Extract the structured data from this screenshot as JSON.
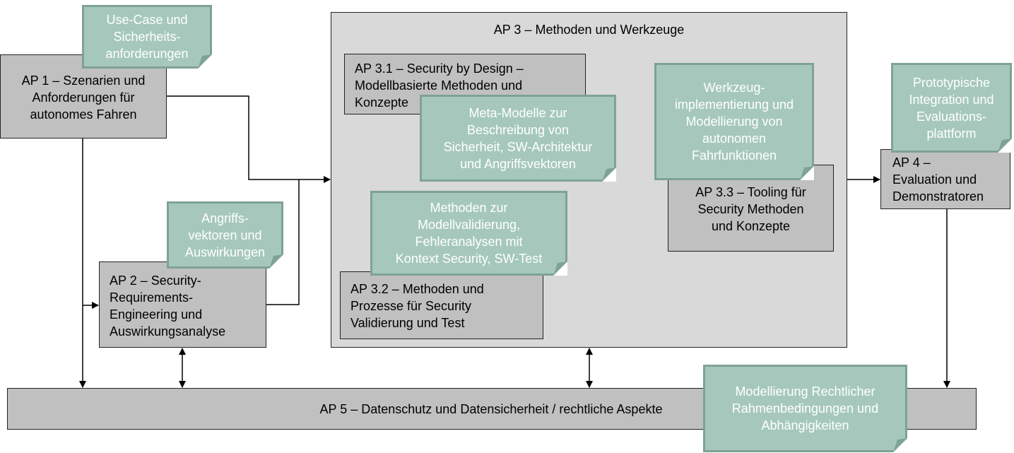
{
  "ap1": "AP 1 – Szenarien und\nAnforderungen für\nautonomes Fahren",
  "ap2": "AP 2 – Security-\nRequirements-\nEngineering und\nAuswirkungsanalyse",
  "ap3": "AP 3 – Methoden und Werkzeuge",
  "ap31": "AP 3.1 – Security by Design –\nModellbasierte Methoden und\nKonzepte",
  "ap32": "AP 3.2 – Methoden und\nProzesse für Security\nValidierung und Test",
  "ap33": "AP 3.3 – Tooling für\nSecurity Methoden\nund Konzepte",
  "ap4": "AP 4 –\nEvaluation und\nDemonstratoren",
  "ap5": "AP 5 – Datenschutz und Datensicherheit / rechtliche Aspekte",
  "notes": {
    "usecase": "Use-Case und\nSicherheits-\nanforderungen",
    "angriff": "Angriffs-\nvektoren und\nAuswirkungen",
    "meta": "Meta-Modelle zur\nBeschreibung von\nSicherheit, SW-Architektur\nund Angriffsvektoren",
    "methoden": "Methoden zur\nModellvalidierung,\nFehleranalysen mit\nKontext Security, SW-Test",
    "werkzeug": "Werkzeug-\nimplementierung und\nModellierung von\nautonomen\nFahrfunktionen",
    "proto": "Prototypische\nIntegration und\nEvaluations-\nplattform",
    "modell": "Modellierung Rechtlicher\nRahmenbedingungen und\nAbhängigkeiten"
  },
  "colors": {
    "box": "#c0c0c0",
    "container": "#d9d9d9",
    "note": "#a6c8bc",
    "note_border": "#7fa296"
  }
}
